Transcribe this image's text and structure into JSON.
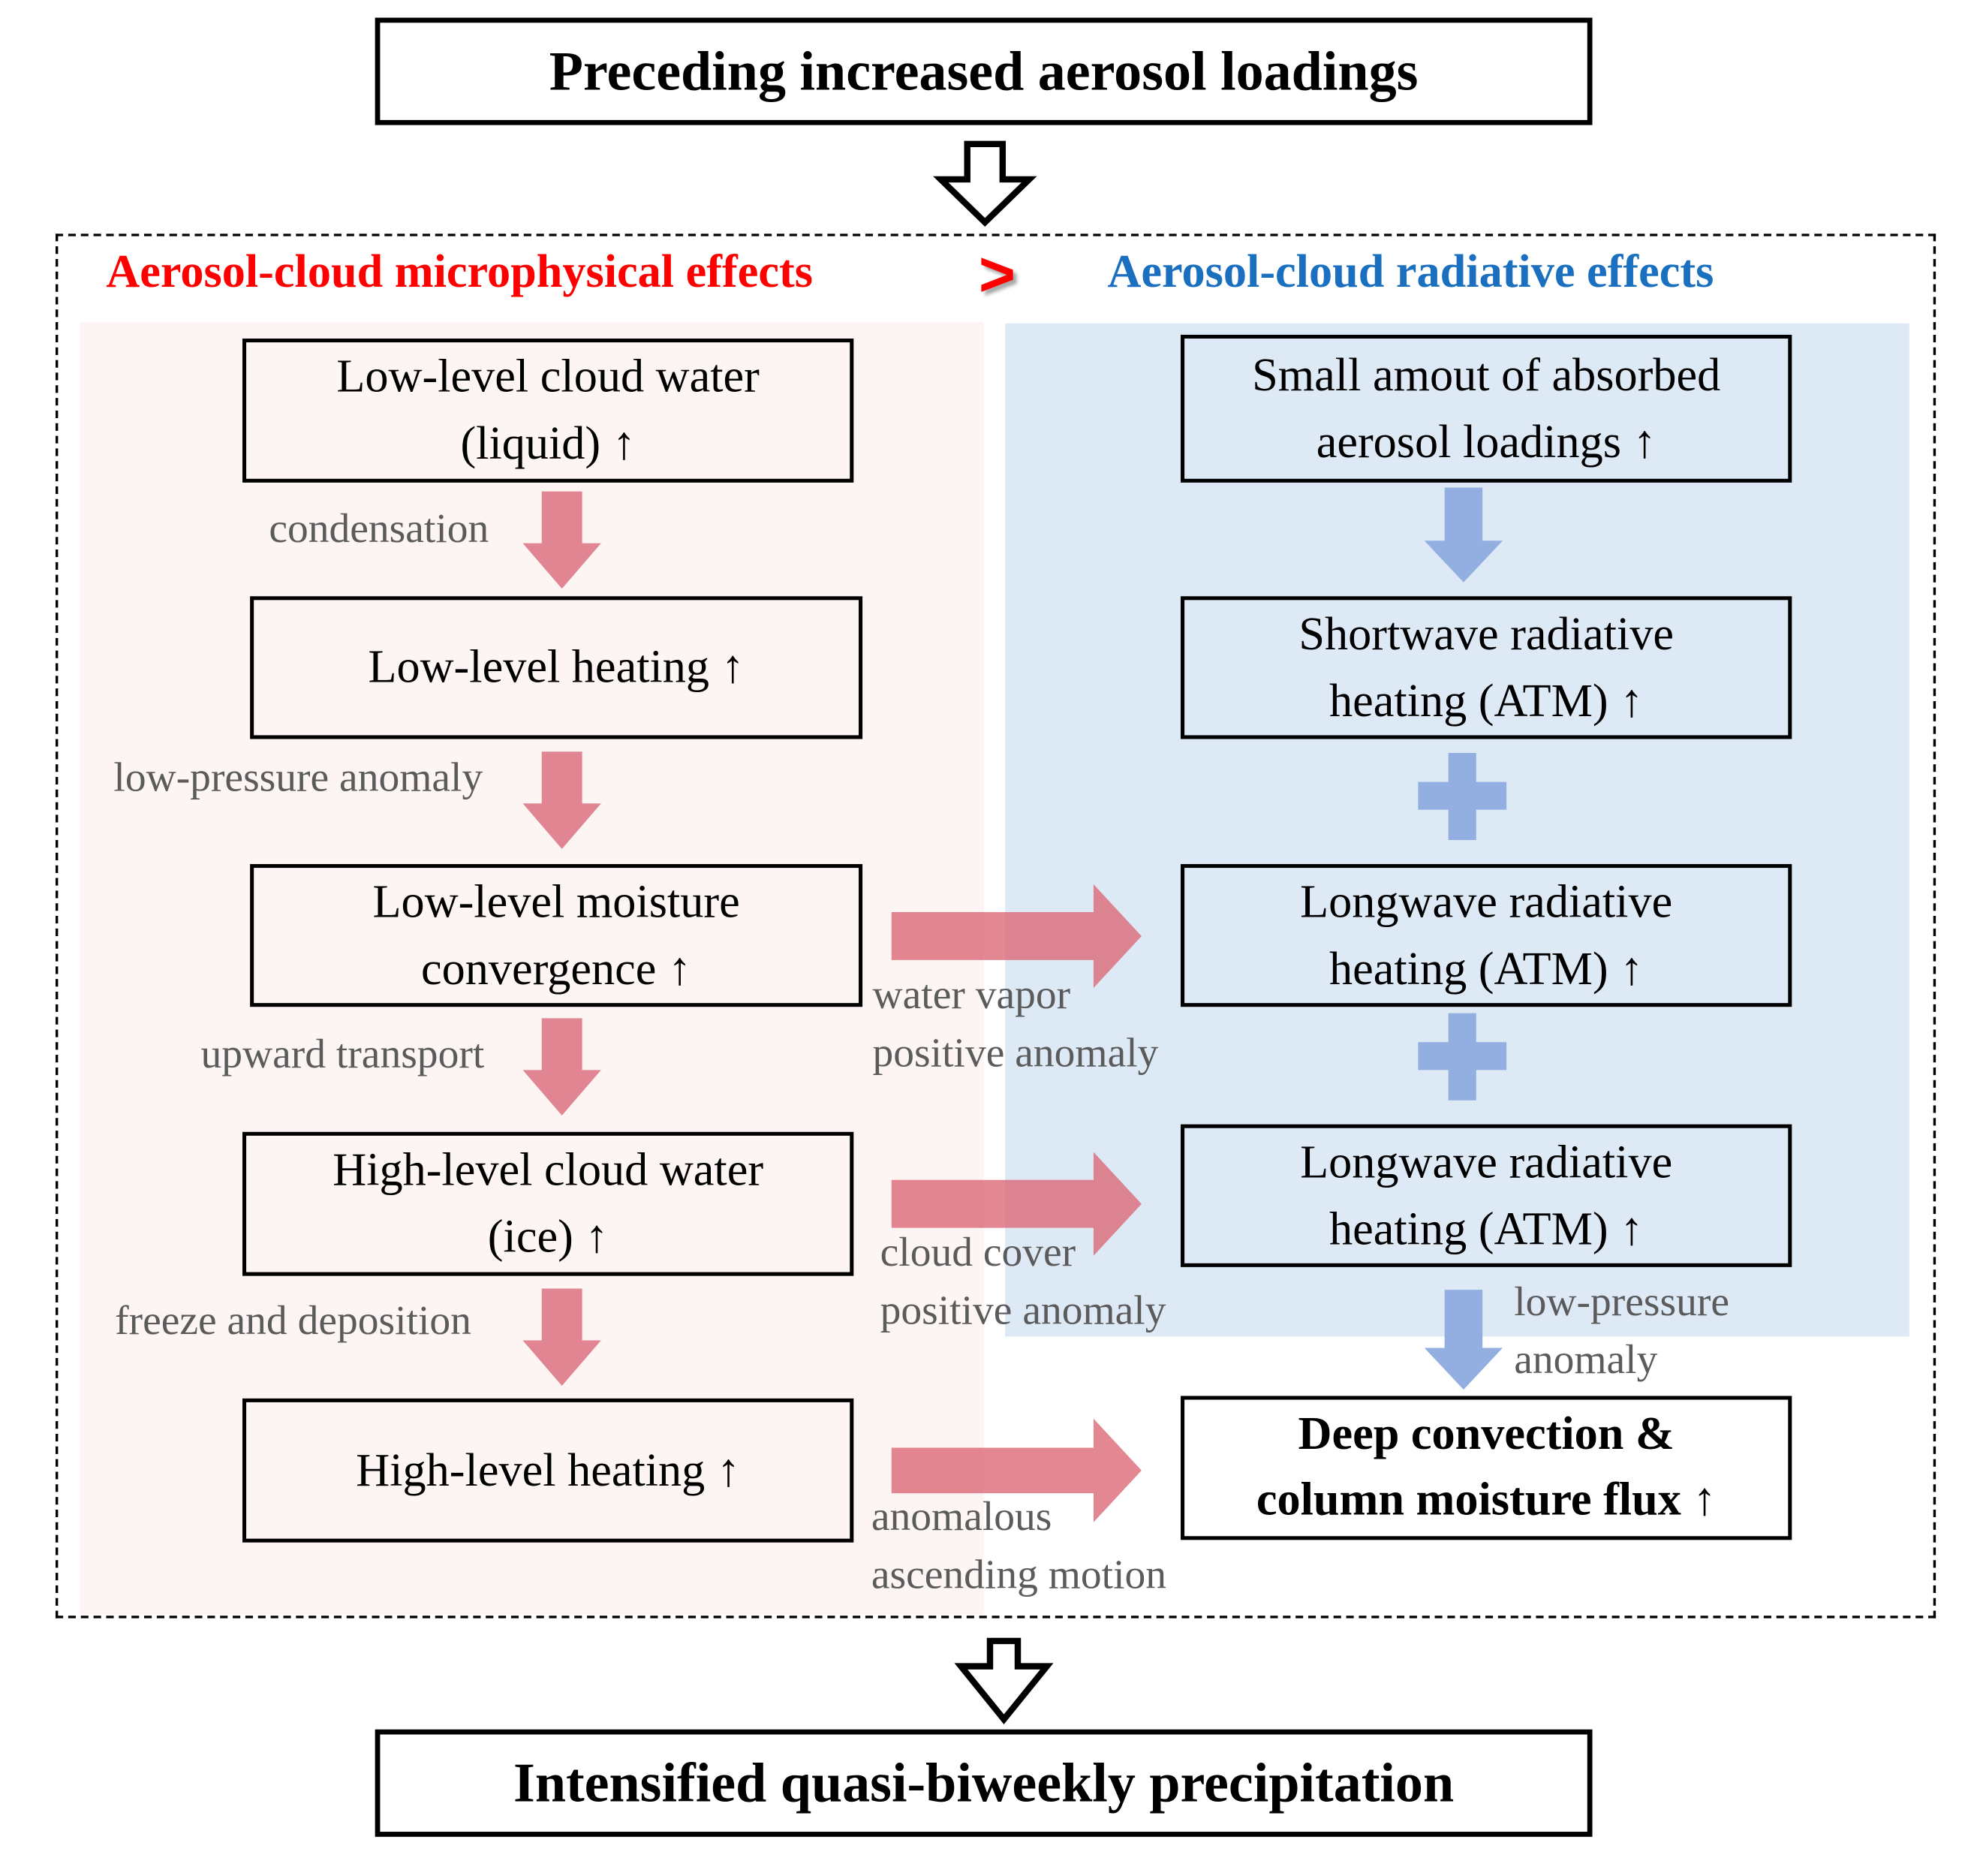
{
  "top_box": {
    "text": "Preceding increased aerosol loadings"
  },
  "bottom_box": {
    "text": "Intensified quasi-biweekly precipitation"
  },
  "headings": {
    "left": "Aerosol-cloud microphysical effects",
    "comparator": ">",
    "right": "Aerosol-cloud radiative effects"
  },
  "colors": {
    "microphysical_heading": "#ff0000",
    "radiative_heading": "#1a6fbf",
    "microphysical_panel": "#fdf4f4",
    "radiative_panel": "#dde9f5",
    "microphysical_arrow": "#e08591",
    "radiative_arrow": "#93aee1",
    "label_text": "#5b5b5b"
  },
  "left_chain": [
    {
      "line1": "Low-level cloud water",
      "line2": "(liquid) ↑"
    },
    {
      "line1": "Low-level heating ↑",
      "line2": ""
    },
    {
      "line1": "Low-level moisture",
      "line2": "convergence ↑"
    },
    {
      "line1": "High-level cloud water",
      "line2": "(ice) ↑"
    },
    {
      "line1": "High-level heating ↑",
      "line2": ""
    }
  ],
  "left_arrow_labels": [
    "condensation",
    "low-pressure anomaly",
    "upward transport",
    "freeze and deposition"
  ],
  "right_chain": [
    {
      "line1": "Small amout of absorbed",
      "line2": "aerosol loadings ↑"
    },
    {
      "line1": "Shortwave radiative",
      "line2": "heating (ATM) ↑"
    },
    {
      "line1": "Longwave radiative",
      "line2": "heating (ATM) ↑"
    },
    {
      "line1": "Longwave radiative",
      "line2": "heating (ATM) ↑"
    },
    {
      "line1": "Deep convection &",
      "line2": "column moisture flux ↑"
    }
  ],
  "right_connectors": [
    "arrow",
    "plus",
    "plus",
    "arrow"
  ],
  "right_arrow_label": {
    "line1": "low-pressure",
    "line2": "anomaly"
  },
  "cross_arrow_labels": [
    {
      "line1": "water vapor",
      "line2": "positive anomaly"
    },
    {
      "line1": "cloud cover",
      "line2": "positive anomaly"
    },
    {
      "line1": "anomalous",
      "line2": "ascending motion"
    }
  ]
}
